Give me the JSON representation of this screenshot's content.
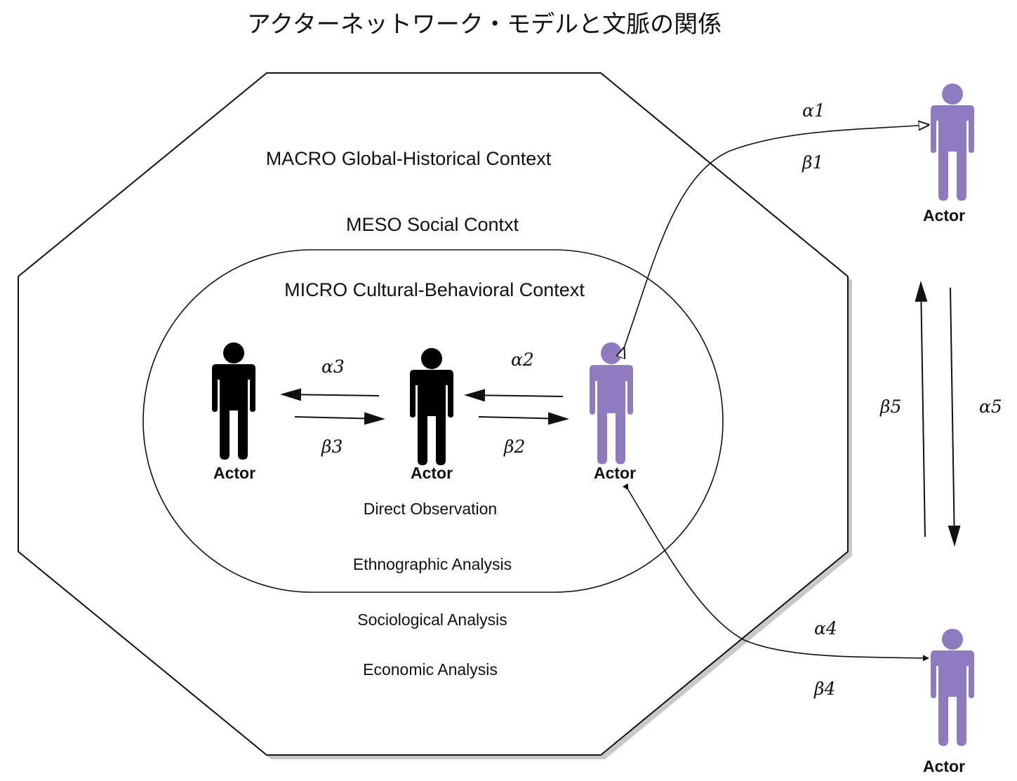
{
  "title": "アクターネットワーク・モデルと文脈の関係",
  "colors": {
    "ink": "#111111",
    "actor_black": "#000000",
    "actor_purple": "#8e7bbf",
    "shadow": "#c8c8c8"
  },
  "contexts": {
    "macro": "MACRO Global-Historical Context",
    "meso": "MESO Social Contxt",
    "micro": "MICRO Cultural-Behavioral Context"
  },
  "methods": {
    "direct": "Direct Observation",
    "ethno": "Ethnographic Analysis",
    "socio": "Sociological Analysis",
    "econ": "Economic Analysis"
  },
  "actors": {
    "a1": {
      "label": "Actor",
      "icon": "person-icon",
      "color": "black"
    },
    "a2": {
      "label": "Actor",
      "icon": "person-icon",
      "color": "black"
    },
    "a3": {
      "label": "Actor",
      "icon": "person-icon",
      "color": "purple"
    },
    "ext_top": {
      "label": "Actor",
      "icon": "person-icon",
      "color": "purple"
    },
    "ext_bottom": {
      "label": "Actor",
      "icon": "person-icon",
      "color": "purple"
    }
  },
  "relations": {
    "alpha1": "α1",
    "beta1": "β1",
    "alpha2": "α2",
    "beta2": "β2",
    "alpha3": "α3",
    "beta3": "β3",
    "alpha4": "α4",
    "beta4": "β4",
    "alpha5": "α5",
    "beta5": "β5"
  }
}
